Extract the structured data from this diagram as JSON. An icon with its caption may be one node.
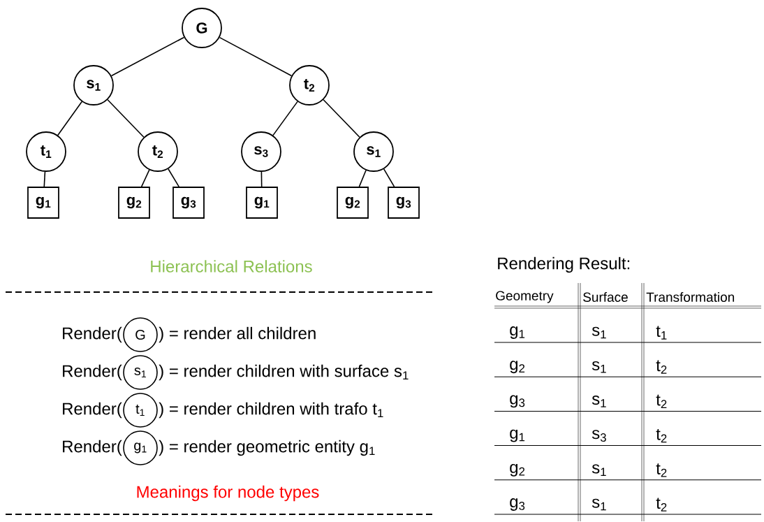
{
  "diagram": {
    "nodes": [
      {
        "text": [
          "G"
        ]
      },
      {
        "text": [
          "s$_{1}$"
        ]
      },
      {
        "text": [
          "t$_{2}$"
        ]
      },
      {
        "text": [
          "t$_{1}$"
        ]
      },
      {
        "text": [
          "t$_{2}$"
        ]
      },
      {
        "text": [
          "s$_{3}$"
        ]
      },
      {
        "text": [
          "s$_{1}$"
        ]
      },
      {
        "text": [
          "g$_{1}$"
        ]
      },
      {
        "text": [
          "g$_{2}$"
        ]
      },
      {
        "text": [
          "g$_{3}$"
        ]
      },
      {
        "text": [
          "g$_{1}$"
        ]
      },
      {
        "text": [
          "g$_{2}$"
        ]
      },
      {
        "text": [
          "g$_{3}$"
        ]
      },
      {
        "text": [
          "G"
        ]
      },
      {
        "text": [
          "s$_{1}$"
        ]
      },
      {
        "text": [
          "t$_{1}$"
        ]
      },
      {
        "text": [
          "g$_{1}$"
        ]
      }
    ],
    "edges": [
      {
        "from": 0,
        "to": 1,
        "arrow": "none"
      },
      {
        "from": 0,
        "to": 2,
        "arrow": "none"
      },
      {
        "from": 1,
        "to": 3,
        "arrow": "none"
      },
      {
        "from": 1,
        "to": 4,
        "arrow": "none"
      },
      {
        "from": 2,
        "to": 5,
        "arrow": "none"
      },
      {
        "from": 2,
        "to": 6,
        "arrow": "none"
      },
      {
        "from": 3,
        "to": 7,
        "arrow": "none"
      },
      {
        "from": 4,
        "to": 8,
        "arrow": "none"
      },
      {
        "from": 4,
        "to": 9,
        "arrow": "none"
      },
      {
        "from": 5,
        "to": 10,
        "arrow": "none"
      },
      {
        "from": 6,
        "to": 11,
        "arrow": "none"
      },
      {
        "from": 6,
        "to": 12,
        "arrow": "none"
      }
    ],
    "labels": [
      "Hierarchical Relations",
      "Render(",
      ") = render all children",
      "Render(",
      ") = render children with surface s$_{1}$",
      "Render(",
      ") = render children with trafo t$_{1}$",
      "Render(",
      ") = render geometric entity g$_{1}$",
      "Meanings for node types",
      "Rendering Result:",
      "Geometry",
      "Surface",
      "Transformation",
      "g$_{1}$",
      "s$_{1}$",
      "t$_{1}$",
      "g$_{2}$",
      "s$_{1}$",
      "t$_{2}$",
      "g$_{3}$",
      "s$_{1}$",
      "t$_{2}$",
      "g$_{1}$",
      "s$_{3}$",
      "t$_{2}$",
      "g$_{2}$",
      "s$_{1}$",
      "t$_{2}$",
      "g$_{3}$",
      "s$_{1}$",
      "t$_{2}$"
    ]
  }
}
